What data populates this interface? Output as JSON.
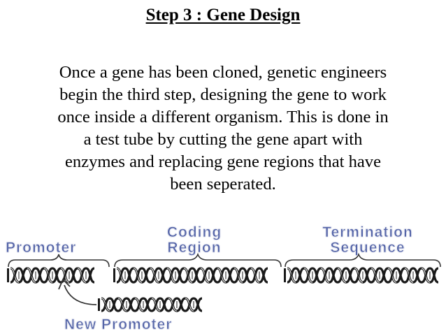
{
  "slide": {
    "title": "Step 3 : Gene Design",
    "body_lines": [
      "Once a gene has been cloned, genetic engineers",
      "begin the third step, designing the gene to work",
      "once inside a different organism. This is done in",
      "a test tube by cutting the gene apart with",
      "enzymes and replacing gene regions that have",
      "been seperated."
    ]
  },
  "diagram": {
    "labels": {
      "promoter": "Promoter",
      "coding_line1": "Coding",
      "coding_line2": "Region",
      "termination_line1": "Termination",
      "termination_line2": "Sequence",
      "new_promoter": "New Promoter"
    },
    "colors": {
      "label_fill": "#5565a8",
      "label_outline": "#2d3c86",
      "helix_strand": "#1a1a1a",
      "helix_fill": "#ffffff",
      "bracket": "#333333"
    },
    "icons": {
      "arrow": "curved-arrow-icon",
      "helix": "dna-helix-icon"
    }
  }
}
